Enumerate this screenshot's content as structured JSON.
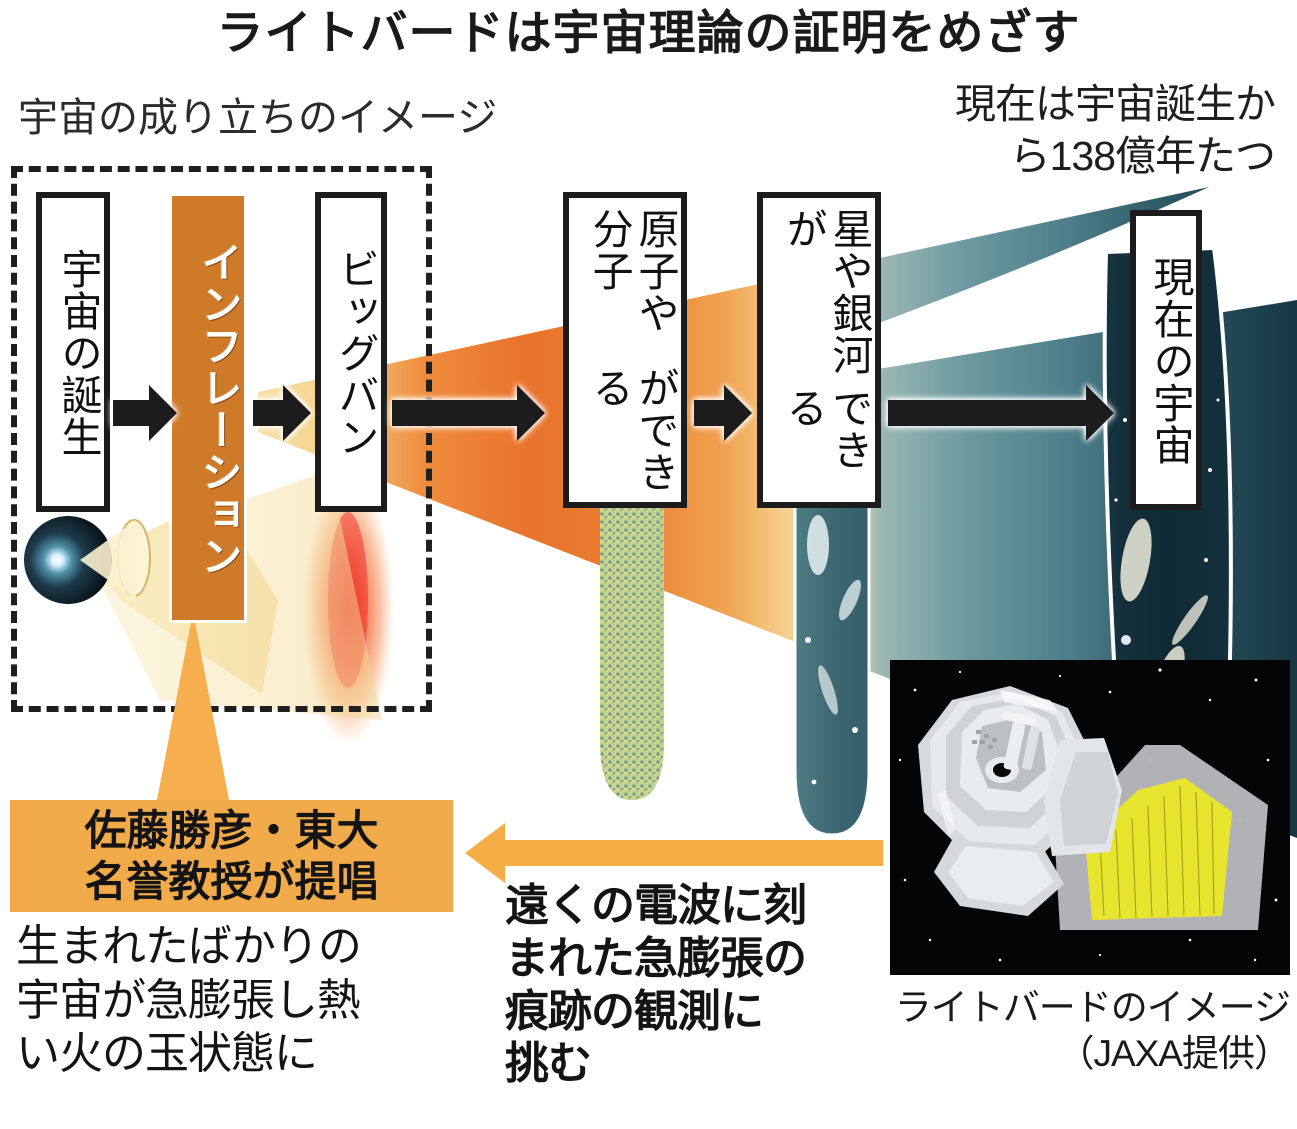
{
  "title": "ライトバードは宇宙理論の証明をめざす",
  "subtitle_left": "宇宙の成り立ちのイメージ",
  "subtitle_right": {
    "line1": "現在は宇宙誕生か",
    "line2": "ら138億年たつ"
  },
  "stages": [
    {
      "id": "birth",
      "label": "宇宙の誕生"
    },
    {
      "id": "inflation",
      "label": "インフレーション"
    },
    {
      "id": "bigbang",
      "label": "ビッグバン"
    },
    {
      "id": "atoms",
      "label": "原子や分子\nができる"
    },
    {
      "id": "stars",
      "label": "星や銀河が\nできる"
    },
    {
      "id": "now",
      "label": "現在の宇宙"
    }
  ],
  "stage_labels": {
    "birth": "宇宙の誕生",
    "inflation": "インフレーション",
    "bigbang": "ビッグバン",
    "atoms_l1": "原子や分子",
    "atoms_l2": "ができる",
    "stars_l1": "星や銀河が",
    "stars_l2": "できる",
    "now": "現在の宇宙"
  },
  "callout": {
    "line1": "佐藤勝彦・東大",
    "line2": "名誉教授が提唱",
    "body1": "生まれたばかりの",
    "body2": "宇宙が急膨張し熱",
    "body3": "い火の玉状態に"
  },
  "observation": {
    "line1": "遠くの電波に刻",
    "line2": "まれた急膨張の",
    "line3": "痕跡の観測に",
    "line4": "挑む"
  },
  "photo_caption": {
    "line1": "ライトバードのイメージ",
    "line2": "（JAXA提供）"
  },
  "colors": {
    "inflation_box": "#cf7a28",
    "callout_orange": "#f2ab4b",
    "arrow_orange": "#f5ad45",
    "fireball_red": "#e8352b",
    "early_orange": "#e8732c",
    "atoms_green": "#b9c877",
    "atoms_blue": "#4e8c9b",
    "late_teal": "#3e6b75",
    "present_navy": "#13313d",
    "text_black": "#141414",
    "solar_panel_yellow": "#e3e234"
  }
}
